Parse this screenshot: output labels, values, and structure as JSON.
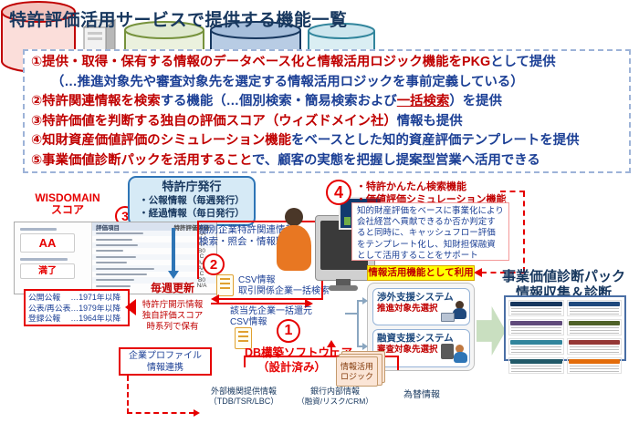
{
  "title": "特許評価活用サービスで提供する機能一覧",
  "features": {
    "line1_red": "①提供・取得・保有する情報のデータベース化と情報活用ロジック機能をPKG",
    "line1_blue": "として提供",
    "line2_blue": "（…推進対象先や審査対象先を選定する情報活用ロジックを事前定義している）",
    "line3_red": "②特許関連情報を検索",
    "line3_blue": "する機能（…個別検索・簡易検索および",
    "line3_red_underlined": "一括検索",
    "line3_blue_tail": "）を提供",
    "line4_red": "③特許価値を判断する独自の評価スコア（ウィズドメイン社）",
    "line4_blue": "情報も提供",
    "line5_red": "④知財資産価値評価のシミュレーション機能",
    "line5_blue": "をベースとした知的資産評価テンプレートを提供",
    "line6_red": "⑤事業価値診断パックを活用すること",
    "line6_blue": "で、顧客の実態を把握し提案型営業へ活用できる"
  },
  "wisdomain": {
    "label_line1": "WISDOMAIN",
    "label_line2": "スコア",
    "step": "3",
    "panel": {
      "overall_grade": "AA",
      "status": "満了",
      "header_item": "評価項目",
      "header_grade": "特許評価等級",
      "grades": [
        "AA",
        "A+",
        "A+",
        "B0",
        "C",
        "AA",
        "AA",
        "C",
        "B0",
        "N/A"
      ]
    }
  },
  "jpo": {
    "title": "特許庁発行",
    "item1": "・公報情報（毎週発行）",
    "item2": "・経過情報（毎日発行）"
  },
  "db": {
    "update_badge": "毎週更新",
    "body_line1": "特許庁開示情報",
    "body_line2": "独自評価スコア",
    "body_line3": "時系列で保有"
  },
  "gazette": {
    "line1": "公開公報　 …1971年以降",
    "line2": "公表/再公表…1979年以降",
    "line3": "登録公報　 …1964年以降"
  },
  "flows": {
    "step1": "1",
    "step2": "2",
    "step4": "4",
    "query_line1": "個別企業特許関連情報",
    "query_line2": "検索・照会・情報取得",
    "csv_search_line1": "CSV情報",
    "csv_search_line2": "取引関係企業一括検索",
    "return_line1": "該当先企業一括還元",
    "return_line2": "CSV情報",
    "feature4_line1": "・特許かんたん検索機能",
    "feature4_line2": "・価値評価シミュレーション機能",
    "description": "知的財産評価をベースに事業化により会社経営へ貢献できるか否か判定すると同時に、キャッシュフロー評価をテンプレート化し、知財担保融資として活用することをサポート"
  },
  "usage": {
    "header": "情報活用機能として利用",
    "system1_name": "渉外支援システム",
    "system1_action": "推進対象先選択",
    "system2_name": "融資支援システム",
    "system2_action": "審査対象先選択"
  },
  "diagnosis": {
    "title_line1": "事業価値診断パック",
    "title_line2": "情報収集＆診断",
    "card_colors": [
      "#17375e",
      "#1f497d",
      "#604a7b",
      "#4f6228",
      "#31859c",
      "#953735",
      "#215968",
      "#e36c0a"
    ]
  },
  "build": {
    "label_line1": "DB構築ソフトウェア",
    "label_line2": "（設計済み）",
    "logic_line1": "情報活用",
    "logic_line2": "ロジック",
    "profile_line1": "企業プロファイル",
    "profile_line2": "情報連携"
  },
  "sources": {
    "cyl1_line1": "外部機関提供情報",
    "cyl1_line2": "（TDB/TSR/LBC）",
    "cyl2_line1": "銀行内部情報",
    "cyl2_line2": "（融資/リスク/CRM）",
    "cyl3_line1": "為替情報"
  },
  "colors": {
    "title_navy": "#17375e",
    "body_blue": "#1b3f95",
    "accent_red": "#c00000",
    "arrow_red": "#e60000",
    "jpo_fill": "#d6eaf6",
    "jpo_border": "#2e75b6",
    "db_fill": "#fbdeda",
    "usage_yellow": "#ffff00",
    "cyl1_fill": "#ebf1de",
    "cyl2_fill": "#b8cce4",
    "cyl3_fill": "#daeef3"
  }
}
